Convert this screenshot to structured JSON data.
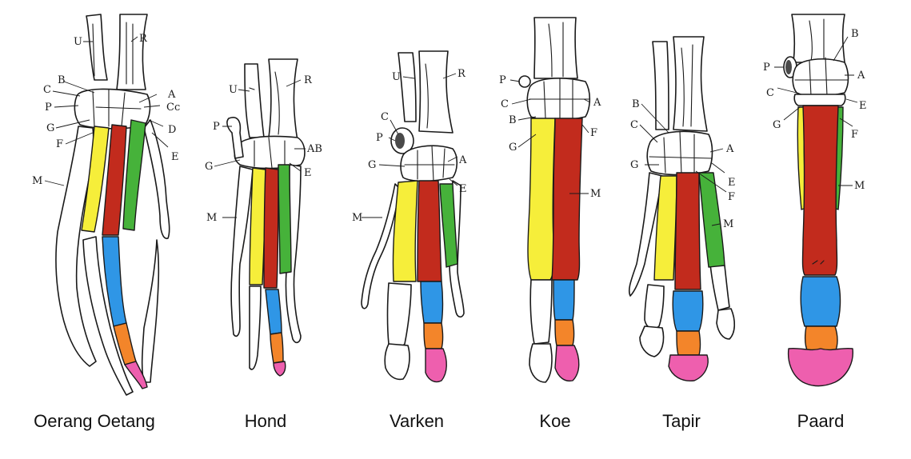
{
  "colors": {
    "yellow": "#f6ee3a",
    "red": "#c22b1d",
    "green": "#46b23a",
    "blue": "#2f96e6",
    "orange": "#f3852a",
    "pink": "#ee5fae"
  },
  "species": [
    {
      "name": "Oerang Oetang"
    },
    {
      "name": "Hond"
    },
    {
      "name": "Varken"
    },
    {
      "name": "Koe"
    },
    {
      "name": "Tapir"
    },
    {
      "name": "Paard"
    }
  ],
  "labels": {
    "oerang": [
      "U",
      "R",
      "B",
      "C",
      "A",
      "P",
      "Cc",
      "G",
      "D",
      "F",
      "E",
      "M"
    ],
    "hond": [
      "U",
      "R",
      "P",
      "AB",
      "G",
      "E",
      "M"
    ],
    "varken": [
      "U",
      "R",
      "C",
      "P",
      "A",
      "G",
      "E",
      "M"
    ],
    "koe": [
      "P",
      "A",
      "C",
      "B",
      "F",
      "G",
      "M"
    ],
    "tapir": [
      "B",
      "C",
      "A",
      "G",
      "E",
      "F",
      "M"
    ],
    "paard": [
      "B",
      "P",
      "A",
      "C",
      "E",
      "G",
      "F",
      "M"
    ]
  }
}
